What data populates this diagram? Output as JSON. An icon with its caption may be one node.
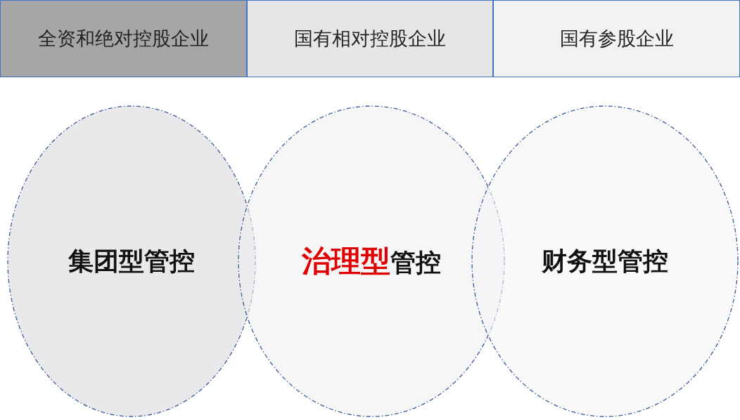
{
  "diagram": {
    "nodes": [
      {
        "text": [
          "全资和绝对控股企业"
        ]
      },
      {
        "text": [
          "国有相对控股企业"
        ]
      },
      {
        "text": [
          "国有参股企业"
        ]
      },
      {
        "text": [
          "集团型管控"
        ]
      },
      {
        "text": [
          "**治理型**管控"
        ]
      },
      {
        "text": [
          "财务型管控"
        ]
      }
    ]
  }
}
